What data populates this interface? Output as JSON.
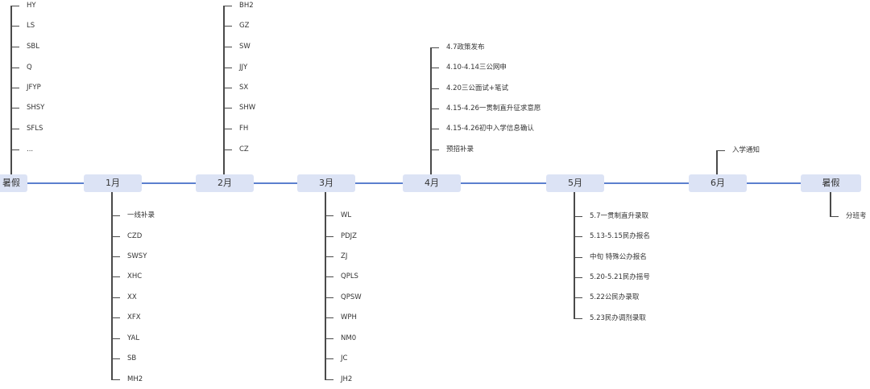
{
  "timeline": {
    "nodes": [
      {
        "label": "暑假",
        "branch": "up",
        "items": [
          "HY",
          "LS",
          "SBL",
          "Q",
          "JFYP",
          "SHSY",
          "SFLS",
          "..."
        ]
      },
      {
        "label": "1月",
        "branch": "down",
        "items": [
          "一线补录",
          "CZD",
          "SWSY",
          "XHC",
          "XX",
          "XFX",
          "YAL",
          "SB",
          "MH2"
        ]
      },
      {
        "label": "2月",
        "branch": "up",
        "items": [
          "BH2",
          "GZ",
          "SW",
          "JJY",
          "SX",
          "SHW",
          "FH",
          "CZ"
        ]
      },
      {
        "label": "3月",
        "branch": "down",
        "items": [
          "WL",
          "PDJZ",
          "ZJ",
          "QPLS",
          "QPSW",
          "WPH",
          "NM0",
          "JC",
          "JH2"
        ]
      },
      {
        "label": "4月",
        "branch": "up",
        "items": [
          "4.7政策发布",
          "4.10-4.14三公网申",
          "4.20三公面试+笔试",
          "4.15-4.26一贯制直升征求意愿",
          "4.15-4.26初中入学信息确认",
          "预招补录"
        ]
      },
      {
        "label": "5月",
        "branch": "down",
        "items": [
          "5.7一贯制直升录取",
          "5.13-5.15民办报名",
          "中旬 特殊公办报名",
          "5.20-5.21民办摇号",
          "5.22公民办录取",
          "5.23民办调剂录取"
        ]
      },
      {
        "label": "6月",
        "branch": "up",
        "items": [
          "入学通知"
        ]
      },
      {
        "label": "暑假",
        "branch": "down",
        "items": [
          "分班考"
        ]
      }
    ]
  },
  "colors": {
    "node_fill": "#dce3f5",
    "timeline": "#5b7fce",
    "connector": "#4a4a4a"
  }
}
